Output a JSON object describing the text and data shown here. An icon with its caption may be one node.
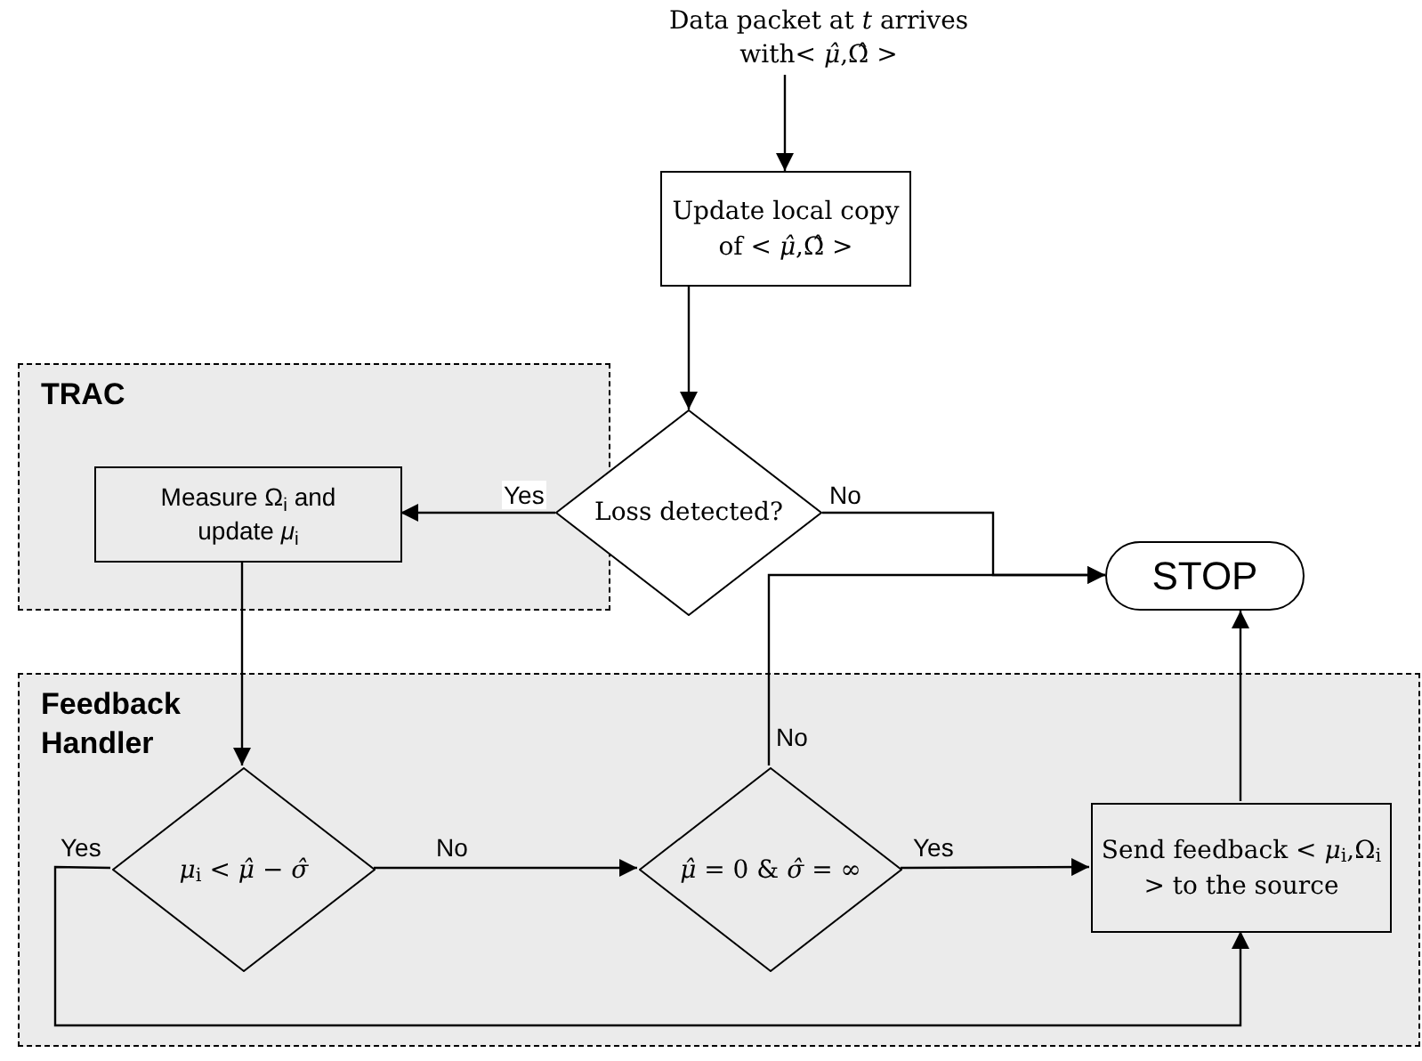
{
  "diagram": {
    "nodes": [
      {
        "text": [
          "Data packet at *t* arrives with< *μ̂*,Ω̂ >"
        ]
      },
      {
        "text": [
          "Update local copy of < *μ̂*,Ω̂ >"
        ]
      },
      {
        "text": [
          "TRAC"
        ]
      },
      {
        "text": [
          "Measure Ω$_{i}$ and update *μ*$_{i}$"
        ],
        "in": 2
      },
      {
        "text": [
          "Loss detected?"
        ]
      },
      {
        "text": [
          "STOP"
        ]
      },
      {
        "text": [
          "Feedback Handler"
        ]
      },
      {
        "text": [
          "*μ*$_{i}$ < *μ̂* − *σ̂*"
        ],
        "in": 6
      },
      {
        "text": [
          "*μ̂* = 0 & *σ̂* = ∞"
        ],
        "in": 6
      },
      {
        "text": [
          "Send feedback < *μ*$_{i}$,Ω$_{i}$ > to the source"
        ],
        "in": 6
      }
    ],
    "edges": [
      {
        "from": 0,
        "to": 1,
        "arrow": "to"
      },
      {
        "from": 1,
        "to": 4,
        "arrow": "to"
      },
      {
        "from": 4,
        "to": 3,
        "arrow": "to",
        "label": "Yes"
      },
      {
        "from": 4,
        "to": 5,
        "arrow": "to",
        "label": "No"
      },
      {
        "from": 8,
        "to": 5,
        "arrow": "to",
        "label": "No"
      },
      {
        "from": 3,
        "to": 7,
        "arrow": "to"
      },
      {
        "from": 7,
        "to": 8,
        "arrow": "to",
        "label": "No"
      },
      {
        "from": 8,
        "to": 9,
        "arrow": "to",
        "label": "Yes"
      },
      {
        "from": 7,
        "to": 9,
        "arrow": "to",
        "label": "Yes"
      },
      {
        "from": 9,
        "to": 5,
        "arrow": "to"
      }
    ]
  }
}
